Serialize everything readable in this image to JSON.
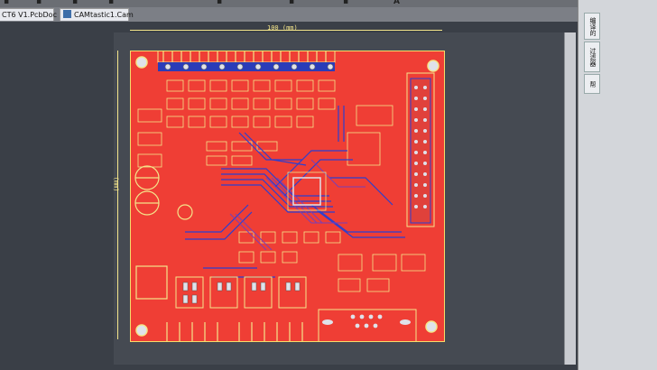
{
  "toolbar": {
    "a_glyph": "A"
  },
  "tabs": [
    {
      "label": "CT6 V1.PcbDoc"
    },
    {
      "label": "CAMtastic1.Cam"
    }
  ],
  "side_panel": {
    "tabs": [
      {
        "label": "编译的"
      },
      {
        "label": "过滤器"
      },
      {
        "label": "帮"
      }
    ]
  },
  "pcb": {
    "dim_top_label": "100 (mm)",
    "dim_left_label": "(mm)"
  }
}
